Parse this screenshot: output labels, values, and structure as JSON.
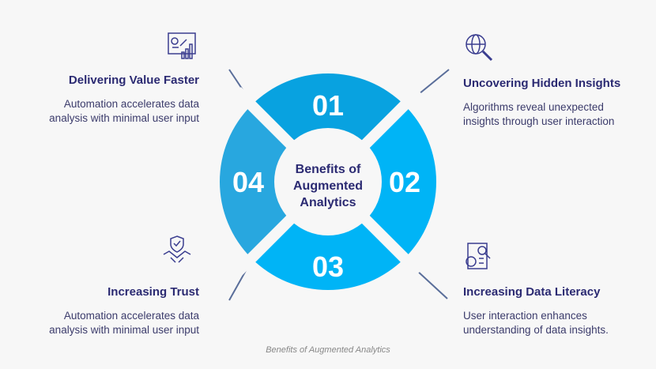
{
  "center_title": [
    "Benefits of",
    "Augmented",
    "Analytics"
  ],
  "segments": [
    {
      "num": "01",
      "color": "#08a2e0"
    },
    {
      "num": "02",
      "color": "#00b4f6"
    },
    {
      "num": "03",
      "color": "#00b4f6"
    },
    {
      "num": "04",
      "color": "#28a7df"
    }
  ],
  "items": [
    {
      "title": "Delivering Value Faster",
      "desc1": "Automation accelerates data",
      "desc2": "analysis with minimal user input",
      "icon": "presentation-chart-icon"
    },
    {
      "title": "Uncovering Hidden Insights",
      "desc1": "Algorithms reveal unexpected",
      "desc2": "insights through user interaction",
      "icon": "globe-search-icon"
    },
    {
      "title": "Increasing Data Literacy",
      "desc1": "User interaction enhances",
      "desc2": "understanding of  data insights.",
      "icon": "report-analysis-icon"
    },
    {
      "title": "Increasing Trust",
      "desc1": "Automation accelerates data",
      "desc2": "analysis with minimal user input",
      "icon": "handshake-shield-icon"
    }
  ],
  "caption": "Benefits of Augmented Analytics"
}
